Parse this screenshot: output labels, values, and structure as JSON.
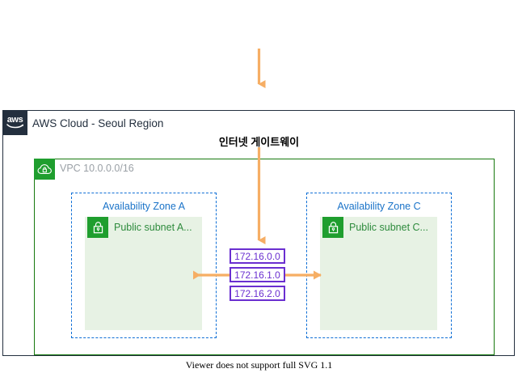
{
  "diagram": {
    "top_arrow": {
      "name": "incoming-traffic-arrow",
      "color": "#F6AE64"
    },
    "aws_cloud": {
      "logo_text": "aws",
      "title": "AWS Cloud - Seoul Region",
      "border_color": "#232F3E"
    },
    "gateway": {
      "label": "인터넷 게이트웨이",
      "arrow_color": "#F6AE64"
    },
    "vpc": {
      "title": "VPC 10.0.0.0/16",
      "icon": "vpc-cloud-lock-icon",
      "border_color": "#17790E"
    },
    "availability_zones": [
      {
        "label": "Availability Zone A",
        "border_color": "#0F6FD6",
        "subnet": {
          "label": "Public subnet A...",
          "icon": "lock-icon",
          "fill_color": "#E7F2E4",
          "text_color": "#2E8B3D"
        }
      },
      {
        "label": "Availability Zone C",
        "border_color": "#0F6FD6",
        "subnet": {
          "label": "Public subnet C...",
          "icon": "lock-icon",
          "fill_color": "#E7F2E4",
          "text_color": "#2E8B3D"
        }
      }
    ],
    "cidr_blocks": [
      {
        "value": "172.16.0.0",
        "color": "#6A2FD0"
      },
      {
        "value": "172.16.1.0",
        "color": "#6A2FD0"
      },
      {
        "value": "172.16.2.0",
        "color": "#6A2FD0"
      }
    ],
    "footer_note": "Viewer does not support full SVG 1.1"
  }
}
